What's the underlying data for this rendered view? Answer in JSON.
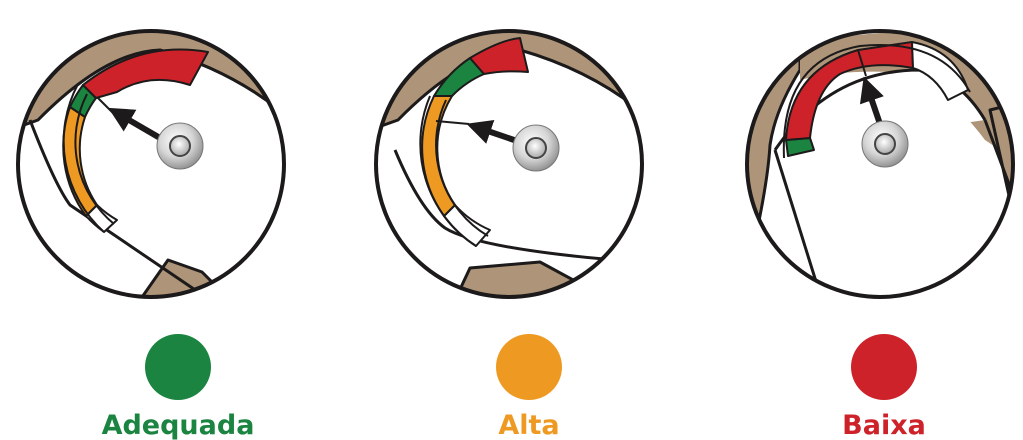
{
  "colors": {
    "ok": "#1a8440",
    "high": "#ee9a22",
    "low": "#cd2229",
    "window": "#ae9579",
    "outline": "#1c1a1a",
    "background": "#ffffff"
  },
  "gauges": [
    {
      "label": "Adequada",
      "status": "ok",
      "status_color": "#1a8440",
      "needle_zone": "green"
    },
    {
      "label": "Alta",
      "status": "high",
      "status_color": "#ee9a22",
      "needle_zone": "orange"
    },
    {
      "label": "Baixa",
      "status": "low",
      "status_color": "#cd2229",
      "needle_zone": "red"
    }
  ]
}
